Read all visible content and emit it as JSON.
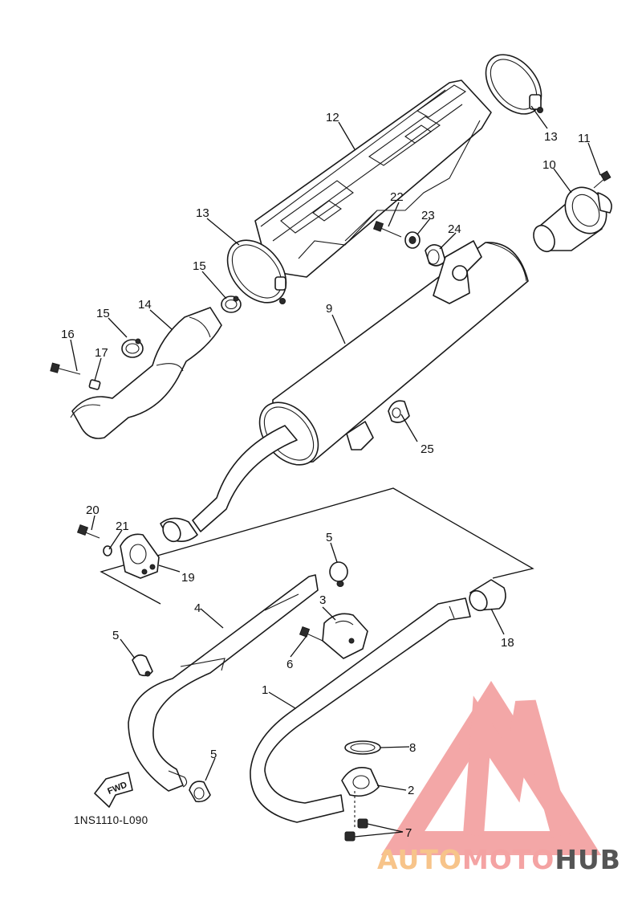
{
  "diagram_code": "1NS1110-L090",
  "direction_label": "FWD",
  "watermark": {
    "parts": [
      "AUTO",
      "MOTO",
      "HUB"
    ],
    "colors": [
      "#f7c48a",
      "#f4a3a3",
      "#555555"
    ],
    "logo_color": "#f08a8a"
  },
  "callouts": {
    "c1": "1",
    "c2": "2",
    "c3": "3",
    "c4": "4",
    "c5a": "5",
    "c5b": "5",
    "c5c": "5",
    "c6": "6",
    "c7": "7",
    "c8": "8",
    "c9": "9",
    "c10": "10",
    "c11": "11",
    "c12": "12",
    "c13a": "13",
    "c13b": "13",
    "c14": "14",
    "c15a": "15",
    "c15b": "15",
    "c16": "16",
    "c17": "17",
    "c18": "18",
    "c19": "19",
    "c20": "20",
    "c21": "21",
    "c22": "22",
    "c23": "23",
    "c24": "24",
    "c25": "25"
  }
}
